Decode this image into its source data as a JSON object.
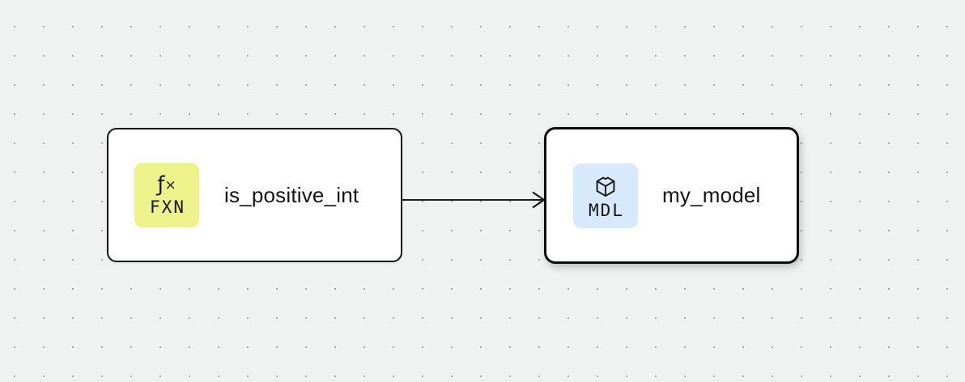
{
  "canvas": {
    "background_color": "#f0f1f1",
    "dot_color": "#ababab"
  },
  "nodes": [
    {
      "id": "function-node",
      "label": "is_positive_int",
      "badge": {
        "text": "FXN",
        "icon": "fx-function-icon",
        "glyph_f": "ƒ",
        "glyph_x": "×",
        "background": "#edf28a"
      },
      "selected": false
    },
    {
      "id": "model-node",
      "label": "my_model",
      "badge": {
        "text": "MDL",
        "icon": "cube-icon",
        "background": "#d8e9fc"
      },
      "selected": true
    }
  ],
  "edge": {
    "type": "arrow",
    "color": "#1a1a1a",
    "from": "is_positive_int",
    "to": "my_model"
  }
}
